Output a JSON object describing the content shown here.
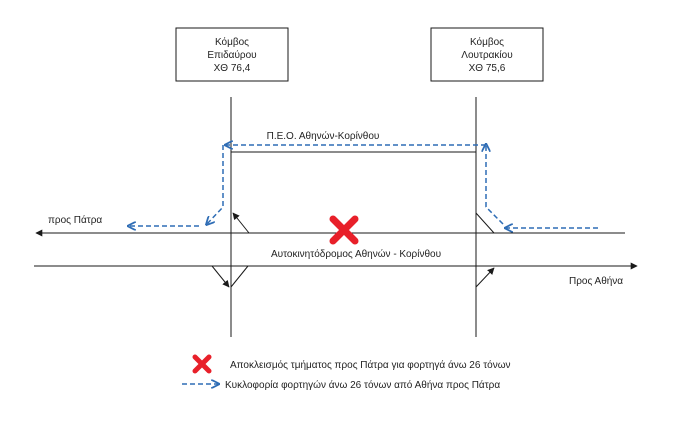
{
  "nodes": {
    "epidavros": {
      "line1": "Κόμβος",
      "line2": "Επιδαύρου",
      "line3": "ΧΘ 76,4"
    },
    "loutraki": {
      "line1": "Κόμβος",
      "line2": "Λουτρακίου",
      "line3": "ΧΘ 75,6"
    }
  },
  "labels": {
    "old_road": "Π.Ε.Ο. Αθηνών-Κορίνθου",
    "motorway": "Αυτοκινητόδρομος Αθηνών - Κορίνθου",
    "to_patra": "προς Πάτρα",
    "to_athens": "Προς Αθήνα"
  },
  "legend": {
    "closure": "Αποκλεισμός τμήματος προς Πάτρα για φορτηγά άνω 26 τόνων",
    "detour": "Κυκλοφορία φορτηγών άνω 26 τόνων από Αθήνα προς Πάτρα"
  },
  "colors": {
    "road": "#1a1a1a",
    "detour": "#2f6db5",
    "closure": "#e8202a"
  }
}
